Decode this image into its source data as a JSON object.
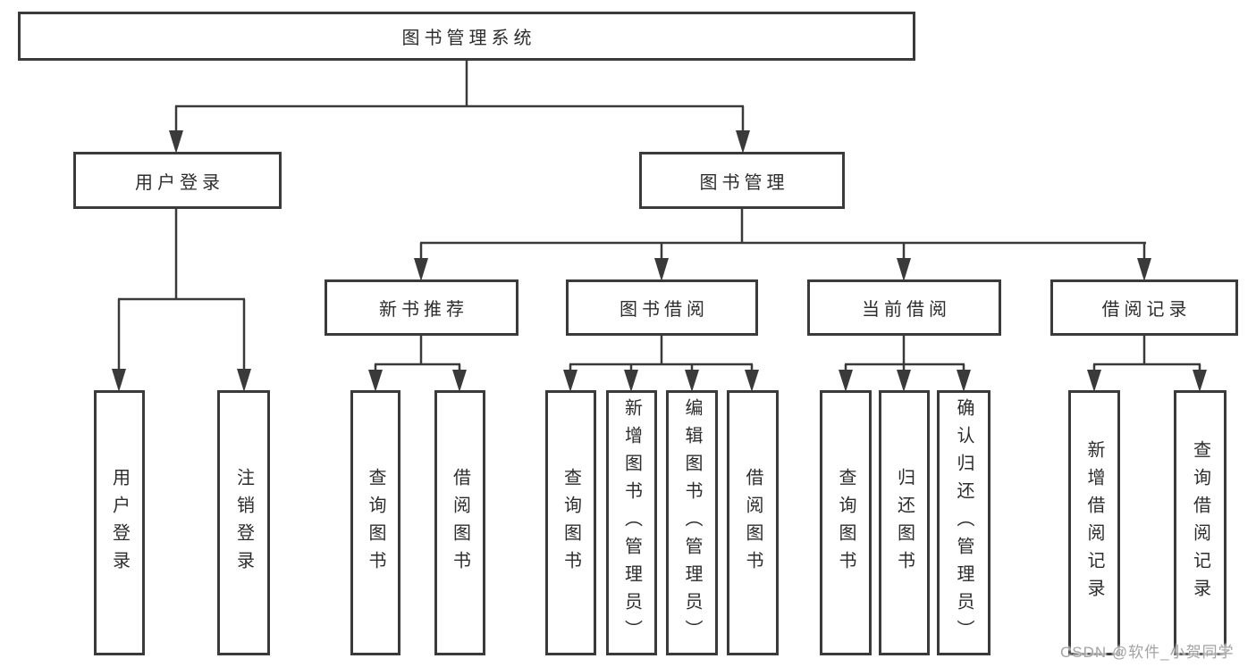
{
  "colors": {
    "line": "#3a3a3a",
    "text": "#2d2d2d",
    "watermark": "#a3a3a3",
    "background": "#ffffff"
  },
  "tree": {
    "root": "图书管理系统",
    "login": {
      "label": "用户登录",
      "children": [
        "用户登录",
        "注销登录"
      ]
    },
    "mgmt": {
      "label": "图书管理",
      "groups": {
        "recommend": {
          "label": "新书推荐",
          "children": [
            "查询图书",
            "借阅图书"
          ]
        },
        "borrow": {
          "label": "图书借阅",
          "children": [
            "查询图书",
            "新增图书（管理员）",
            "编辑图书（管理员）",
            "借阅图书"
          ]
        },
        "current": {
          "label": "当前借阅",
          "children": [
            "查询图书",
            "归还图书",
            "确认归还（管理员）"
          ]
        },
        "records": {
          "label": "借阅记录",
          "children": [
            "新增借阅记录",
            "查询借阅记录"
          ]
        }
      }
    }
  },
  "watermark": {
    "text": "CSDN @软件_小贺同学"
  }
}
